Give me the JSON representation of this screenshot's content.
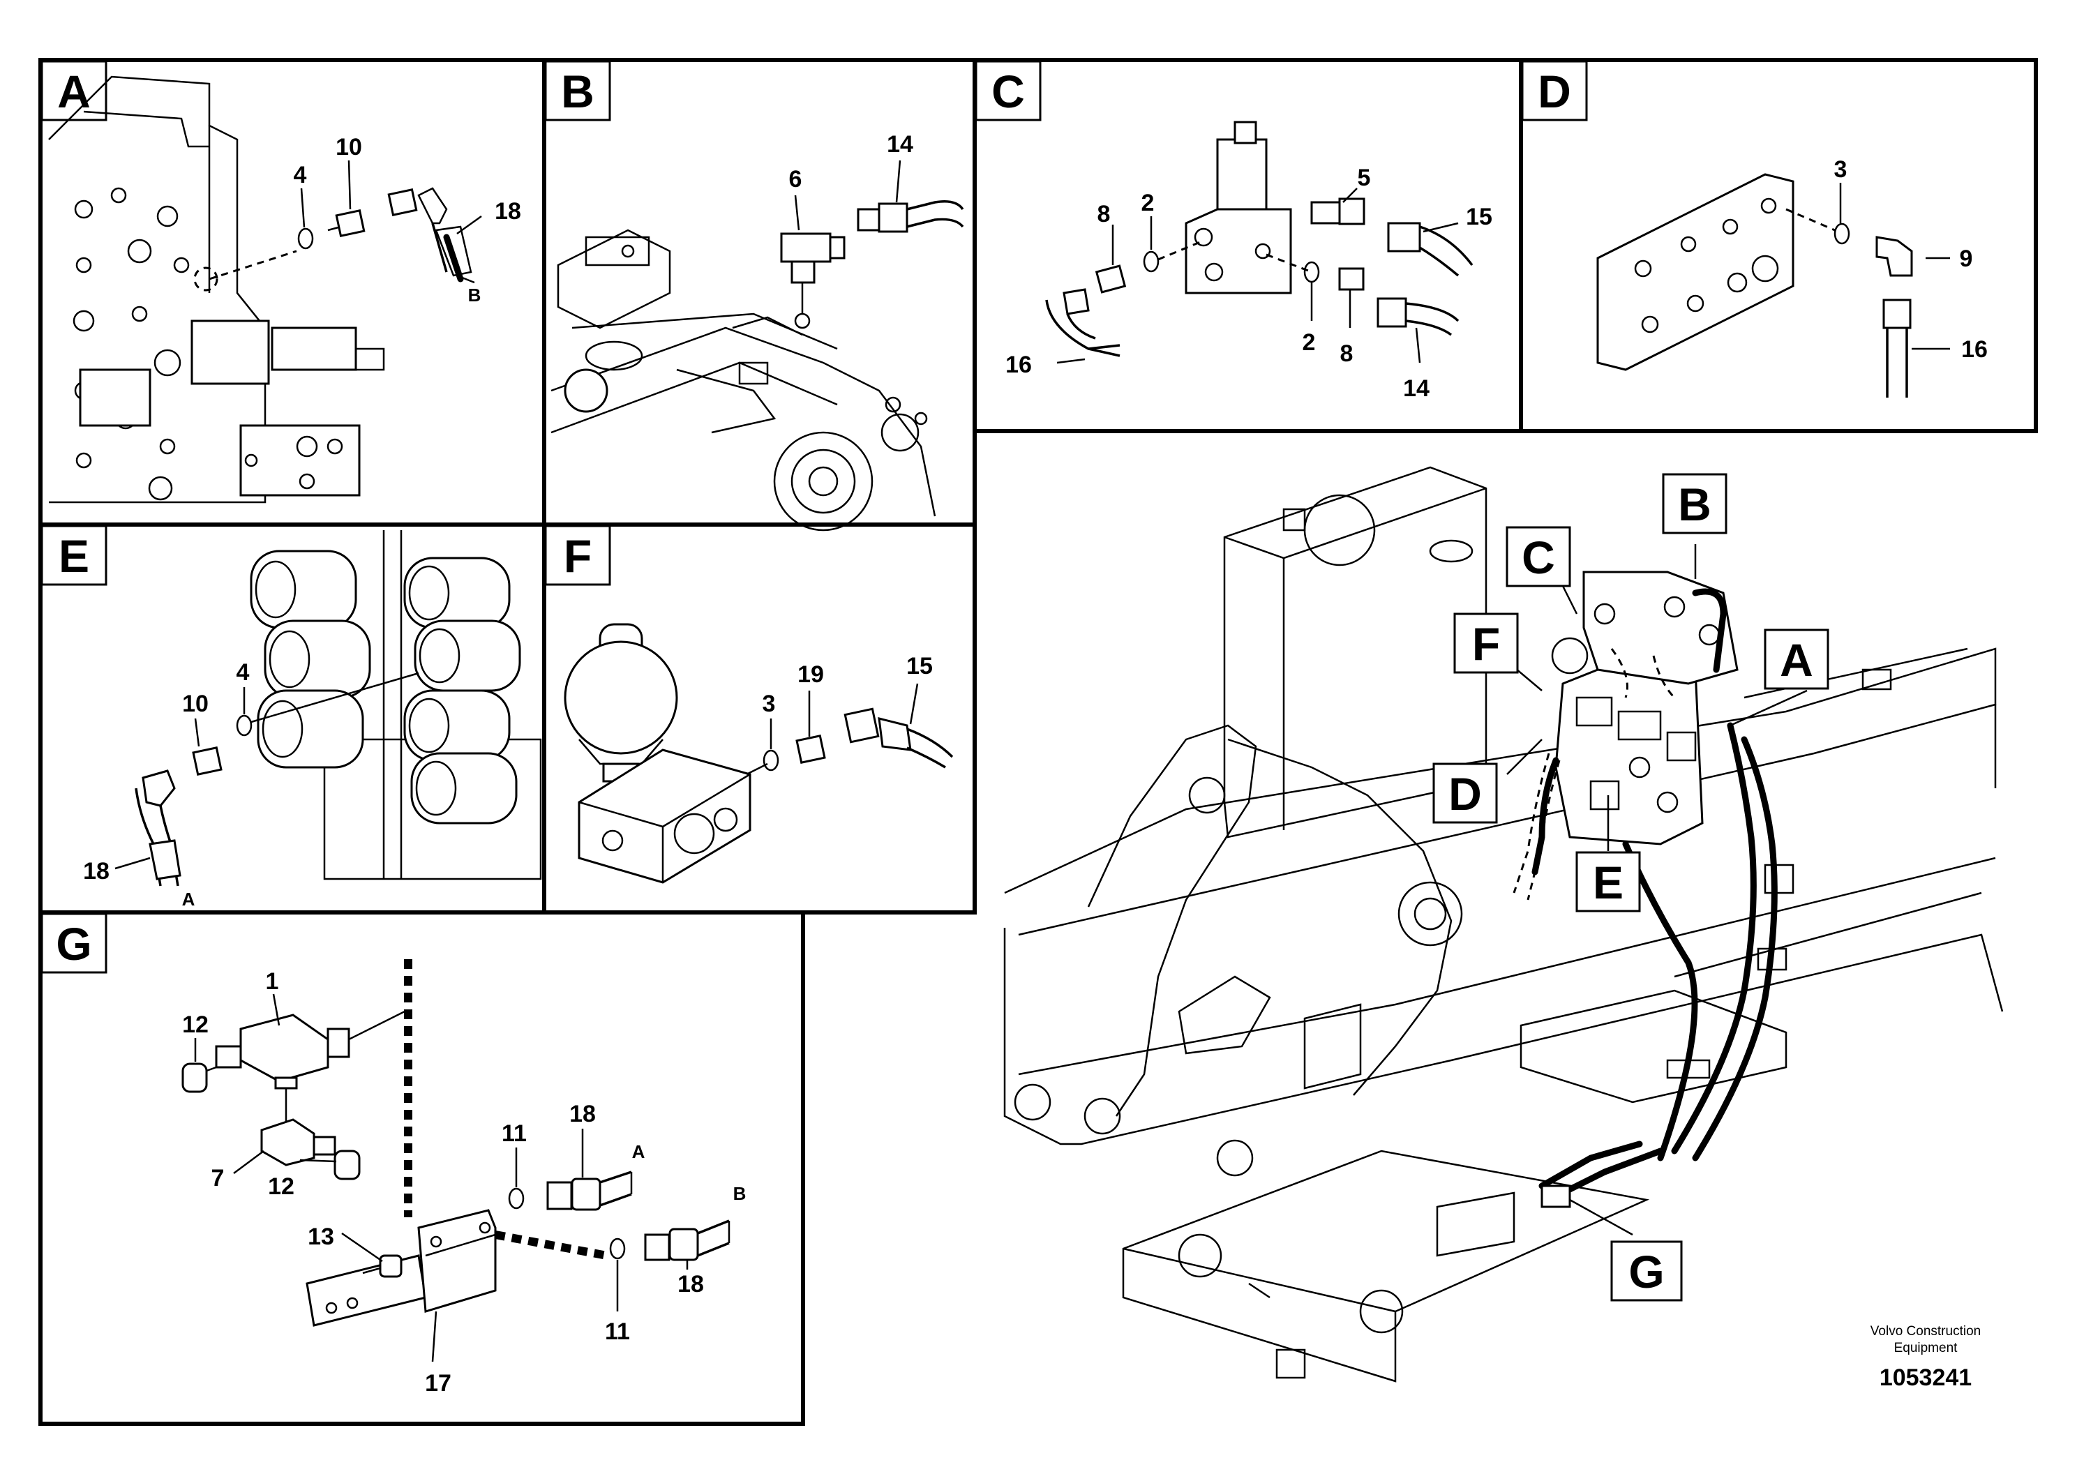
{
  "panels": {
    "A": {
      "label": "A",
      "callouts": [
        "4",
        "10",
        "18"
      ],
      "end": "B"
    },
    "B": {
      "label": "B",
      "callouts": [
        "6",
        "14"
      ]
    },
    "C": {
      "label": "C",
      "callouts": [
        "8",
        "2",
        "5",
        "15",
        "16",
        "2",
        "8",
        "14"
      ]
    },
    "D": {
      "label": "D",
      "callouts": [
        "3",
        "9",
        "16"
      ]
    },
    "E": {
      "label": "E",
      "callouts": [
        "10",
        "4",
        "18"
      ],
      "end": "A"
    },
    "F": {
      "label": "F",
      "callouts": [
        "3",
        "19",
        "15"
      ]
    },
    "G": {
      "label": "G",
      "callouts": [
        "1",
        "12",
        "7",
        "12",
        "13",
        "11",
        "18",
        "11",
        "18",
        "17"
      ],
      "ends": [
        "A",
        "B"
      ]
    }
  },
  "overview_labels": [
    "B",
    "C",
    "F",
    "A",
    "D",
    "E",
    "G"
  ],
  "footer": {
    "brand_line1": "Volvo Construction",
    "brand_line2": "Equipment",
    "part_number": "1053241"
  }
}
